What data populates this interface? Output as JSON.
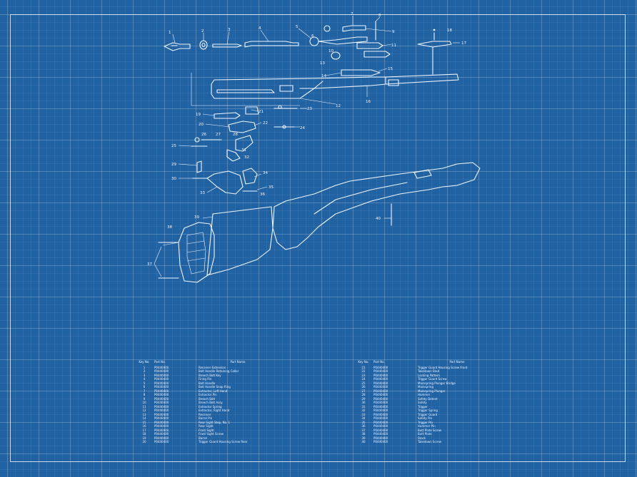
{
  "colors": {
    "paper": "#2162a3",
    "line": "#eef5ff"
  },
  "callouts": {
    "n1": "1",
    "n2": "2",
    "n3": "3",
    "n4": "4",
    "n5": "5",
    "n6": "6",
    "n7": "7",
    "n8": "8",
    "n9": "9",
    "n10": "10",
    "n11": "11",
    "n12": "12",
    "n13": "13",
    "n14": "14",
    "n15": "15",
    "n16": "16",
    "n17": "17",
    "n18": "18",
    "n19": "19",
    "n20": "20",
    "n21": "21",
    "n22": "22",
    "n23": "23",
    "n24": "24",
    "n25": "25",
    "n26": "26",
    "n27": "27",
    "n28": "28",
    "n29": "29",
    "n30": "30",
    "n31": "31",
    "n32": "32",
    "n33": "33",
    "n34": "34",
    "n35": "35",
    "n36": "36",
    "n37": "37",
    "n38": "38",
    "n39": "39",
    "n40": "40"
  },
  "parts_table_left": {
    "headers": {
      "key": "Key No.",
      "part": "Part No.",
      "name": "Part Name"
    },
    "rows": [
      {
        "key": "1",
        "part": "P0440400",
        "name": "Receiver Extension"
      },
      {
        "key": "2",
        "part": "P0440400",
        "name": "Bolt Handle Retaining Collar"
      },
      {
        "key": "3",
        "part": "P0440400",
        "name": "Breech Bolt Key"
      },
      {
        "key": "4",
        "part": "P0440400",
        "name": "Firing Pin"
      },
      {
        "key": "5",
        "part": "P0440400",
        "name": "Bolt Handle"
      },
      {
        "key": "6",
        "part": "P0440400",
        "name": "Bolt Handle Snap Ring"
      },
      {
        "key": "7",
        "part": "P0440400",
        "name": "Extractor, Left Hand"
      },
      {
        "key": "8",
        "part": "P0440400",
        "name": "Extractor Pin"
      },
      {
        "key": "9",
        "part": "P0440400",
        "name": "Breech Bolt"
      },
      {
        "key": "10",
        "part": "P0440400",
        "name": "Breech Bolt Assy."
      },
      {
        "key": "11",
        "part": "P0440400",
        "name": "Extractor Spring"
      },
      {
        "key": "12",
        "part": "P0440400",
        "name": "Extractor, Right Hand"
      },
      {
        "key": "13",
        "part": "P0440400",
        "name": "Receiver"
      },
      {
        "key": "14",
        "part": "P0440400",
        "name": "Barrel Pin"
      },
      {
        "key": "15",
        "part": "P0440400",
        "name": "Rear Sight Step, No. 1"
      },
      {
        "key": "16",
        "part": "P0440400",
        "name": "Rear Sight"
      },
      {
        "key": "17",
        "part": "P0440400",
        "name": "Front Sight"
      },
      {
        "key": "18",
        "part": "P0440400",
        "name": "Front Sight Screw"
      },
      {
        "key": "19",
        "part": "P0440400",
        "name": "Barrel"
      },
      {
        "key": "20",
        "part": "P0440400",
        "name": "Trigger Guard Housing Screw Rear"
      }
    ]
  },
  "parts_table_right": {
    "headers": {
      "key": "Key No.",
      "part": "Part No.",
      "name": "Part Name"
    },
    "rows": [
      {
        "key": "21",
        "part": "P0440400",
        "name": "Trigger Guard Housing Screw Front"
      },
      {
        "key": "22",
        "part": "P0440400",
        "name": "Takedown Stud"
      },
      {
        "key": "23",
        "part": "P0440400",
        "name": "Locking Pattern"
      },
      {
        "key": "24",
        "part": "P0440400",
        "name": "Trigger Guard Screw"
      },
      {
        "key": "25",
        "part": "P0440400",
        "name": "Mainspring Plunger Bridge"
      },
      {
        "key": "26",
        "part": "P0440400",
        "name": "Mainspring"
      },
      {
        "key": "27",
        "part": "P0440400",
        "name": "Mainspring Plunger"
      },
      {
        "key": "28",
        "part": "P0440400",
        "name": "Hammer"
      },
      {
        "key": "29",
        "part": "P0440400",
        "name": "Safety Detent"
      },
      {
        "key": "30",
        "part": "P0440400",
        "name": "Safety"
      },
      {
        "key": "31",
        "part": "P0440400",
        "name": "Trigger"
      },
      {
        "key": "32",
        "part": "P0440400",
        "name": "Trigger Spring"
      },
      {
        "key": "33",
        "part": "P0440400",
        "name": "Trigger Guard"
      },
      {
        "key": "34",
        "part": "P0440400",
        "name": "Safety Pin"
      },
      {
        "key": "35",
        "part": "P0440400",
        "name": "Trigger Pin"
      },
      {
        "key": "36",
        "part": "P0440400",
        "name": "Hammer Pin"
      },
      {
        "key": "37",
        "part": "P0440400",
        "name": "Butt Plate Screw"
      },
      {
        "key": "38",
        "part": "P0440400",
        "name": "Butt Plate"
      },
      {
        "key": "39",
        "part": "P0440400",
        "name": "Stock"
      },
      {
        "key": "40",
        "part": "P0440400",
        "name": "Takedown Screw"
      }
    ]
  }
}
